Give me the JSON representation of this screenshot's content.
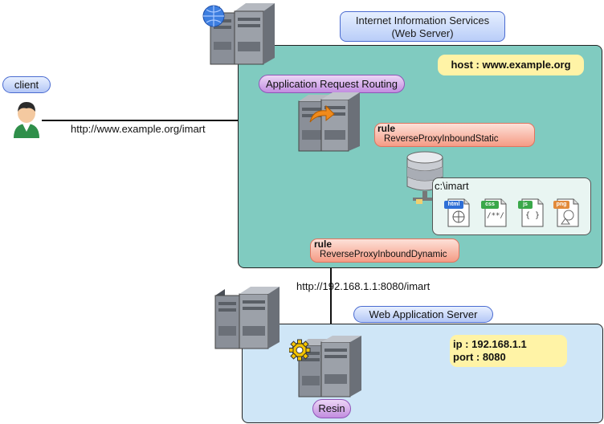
{
  "iis_box": {
    "title_line1": "Internet Information Services",
    "title_line2": "(Web Server)"
  },
  "host_label": "host : www.example.org",
  "client_label": "client",
  "arr_label": "Application Request Routing",
  "url_client": "http://www.example.org/imart",
  "rule_static": {
    "keyword": "rule",
    "name": "ReverseProxyInboundStatic"
  },
  "rule_dynamic": {
    "keyword": "rule",
    "name": "ReverseProxyInboundDynamic"
  },
  "folder": {
    "path": "c:\\imart",
    "files": [
      {
        "tag": "html",
        "tag_color": "#2f6fd6",
        "icon": "globe-icon"
      },
      {
        "tag": "css",
        "tag_color": "#3aa84a",
        "body": "/**/"
      },
      {
        "tag": "js",
        "tag_color": "#3aa84a",
        "body": "{ }"
      },
      {
        "tag": "png",
        "tag_color": "#e28a3a",
        "icon": "image-icon"
      }
    ]
  },
  "url_backend": "http://192.168.1.1:8080/imart",
  "was_box": {
    "title": "Web Application Server"
  },
  "ip_label": "ip : 192.168.1.1",
  "port_label": "port : 8080",
  "resin_label": "Resin"
}
